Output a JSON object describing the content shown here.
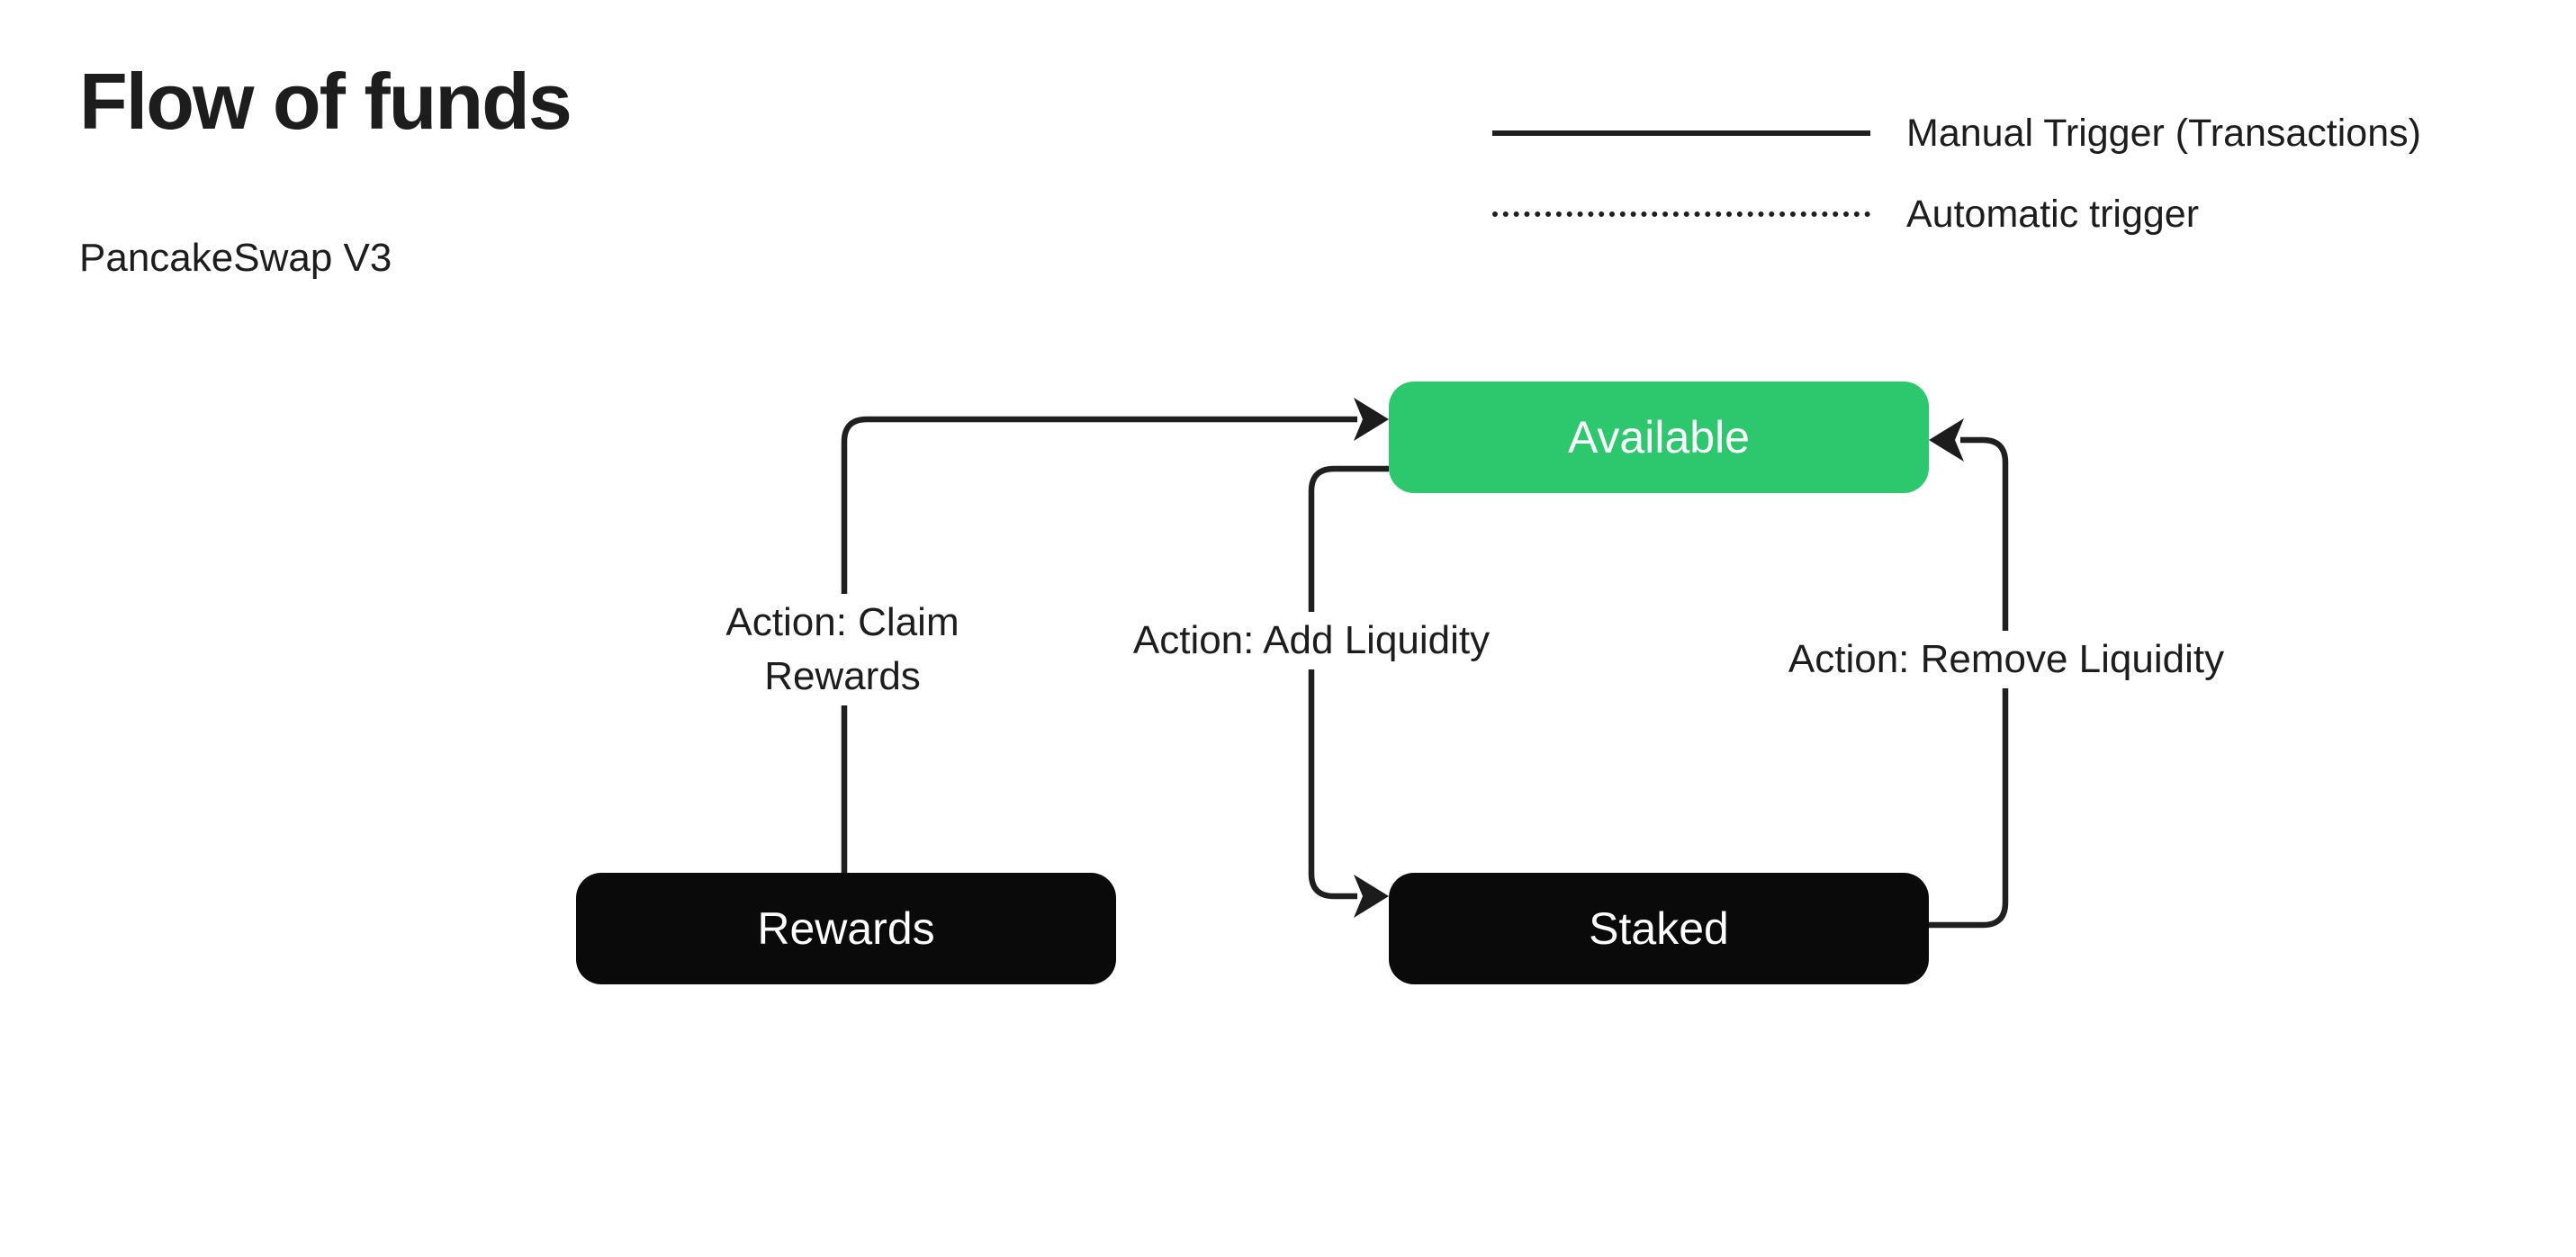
{
  "header": {
    "title": "Flow of funds",
    "subtitle": "PancakeSwap V3"
  },
  "legend": {
    "items": [
      {
        "id": "manual",
        "label": "Manual Trigger (Transactions)",
        "line_style": "solid"
      },
      {
        "id": "automatic",
        "label": "Automatic trigger",
        "line_style": "dotted"
      }
    ]
  },
  "nodes": [
    {
      "id": "available",
      "label": "Available",
      "fill": "#2dc86e",
      "text_color": "#ffffff"
    },
    {
      "id": "rewards",
      "label": "Rewards",
      "fill": "#0a0a0a",
      "text_color": "#ffffff"
    },
    {
      "id": "staked",
      "label": "Staked",
      "fill": "#0a0a0a",
      "text_color": "#ffffff"
    }
  ],
  "edges": [
    {
      "id": "claim",
      "from": "rewards",
      "to": "available",
      "trigger": "manual",
      "label_line1": "Action: Claim",
      "label_line2": "Rewards"
    },
    {
      "id": "add",
      "from": "available",
      "to": "staked",
      "trigger": "manual",
      "label": "Action: Add Liquidity"
    },
    {
      "id": "remove",
      "from": "staked",
      "to": "available",
      "trigger": "manual",
      "label": "Action: Remove Liquidity"
    }
  ],
  "colors": {
    "background": "#ffffff",
    "line": "#1f1f1f",
    "text": "#1d1d1d",
    "node_green": "#2dc86e",
    "node_black": "#0a0a0a"
  }
}
